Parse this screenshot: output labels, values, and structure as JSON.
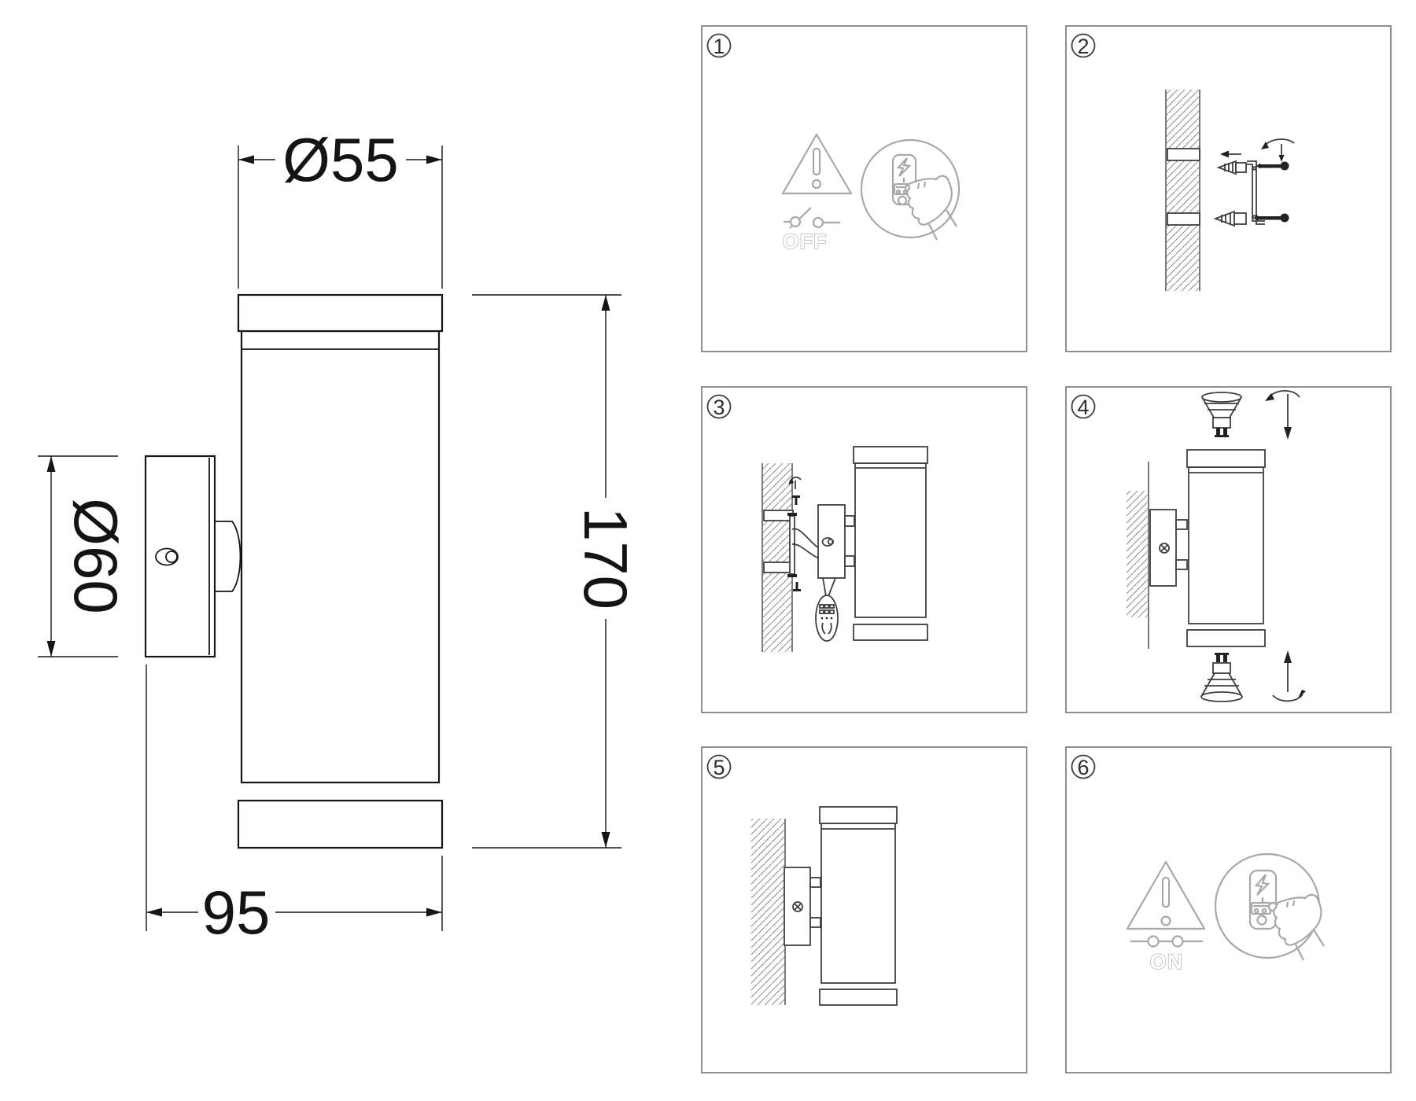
{
  "drawing": {
    "dimensions": {
      "cylinder_diameter": "Ø55",
      "height": "170",
      "plate_diameter": "Ø60",
      "depth": "95"
    }
  },
  "steps": [
    {
      "number": "1",
      "switch_label": "OFF",
      "icons": [
        "warning-triangle-icon",
        "open-switch-icon",
        "hand-pressing-switch-icon",
        "lightning-bolt-icon"
      ]
    },
    {
      "number": "2",
      "icons": [
        "wall-hatch",
        "drill-holes",
        "wall-anchor-icon",
        "screw-icon",
        "mounting-bracket",
        "screwdriver-rotation-icon",
        "arrow-left-icon"
      ]
    },
    {
      "number": "3",
      "icons": [
        "wall-hatch",
        "mounting-plate",
        "screw-icon",
        "screwdriver-rotation-icon",
        "wires",
        "junction-box",
        "terminal-block-balloon",
        "lamp-cylinder"
      ]
    },
    {
      "number": "4",
      "icons": [
        "wall-hatch",
        "mounting-plate",
        "phillips-screw-icon",
        "lamp-cylinder",
        "gu10-bulb-icon-top",
        "gu10-bulb-icon-bottom",
        "screw-in-rotation-icon",
        "unscrew-rotation-icon"
      ]
    },
    {
      "number": "5",
      "icons": [
        "wall-hatch",
        "mounting-plate",
        "phillips-screw-icon",
        "lamp-cylinder"
      ]
    },
    {
      "number": "6",
      "switch_label": "ON",
      "icons": [
        "warning-triangle-icon",
        "closed-switch-icon",
        "hand-pressing-switch-icon",
        "lightning-bolt-icon"
      ]
    }
  ],
  "colors": {
    "background": "#ffffff",
    "drawing_line": "#161616",
    "panel_border": "#8f8f8f",
    "dark_art": "#3f3f3f",
    "light_art": "#a8a8a8",
    "hatch": "#8f8f8f",
    "screw_black": "#222222"
  }
}
